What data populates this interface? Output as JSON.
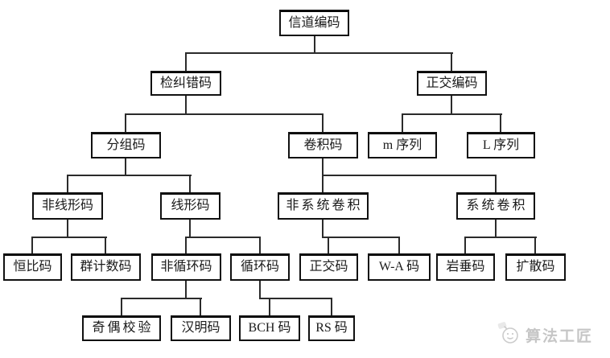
{
  "nodes": [
    {
      "id": "channel-coding",
      "label": "信道编码"
    },
    {
      "id": "error-detection-correction",
      "label": "检纠错码"
    },
    {
      "id": "orthogonal-coding",
      "label": "正交编码"
    },
    {
      "id": "block-code",
      "label": "分组码"
    },
    {
      "id": "convolutional-code",
      "label": "卷积码"
    },
    {
      "id": "m-sequence",
      "label": "m 序列"
    },
    {
      "id": "l-sequence",
      "label": "L 序列"
    },
    {
      "id": "nonlinear-code",
      "label": "非线形码"
    },
    {
      "id": "linear-code",
      "label": "线形码"
    },
    {
      "id": "nonsystematic-convolution",
      "label": "非系统卷积"
    },
    {
      "id": "systematic-convolution",
      "label": "系统卷积"
    },
    {
      "id": "constant-ratio-code",
      "label": "恒比码"
    },
    {
      "id": "group-count-code",
      "label": "群计数码"
    },
    {
      "id": "noncyclic-code",
      "label": "非循环码"
    },
    {
      "id": "cyclic-code",
      "label": "循环码"
    },
    {
      "id": "orthogonal-code",
      "label": "正交码"
    },
    {
      "id": "wa-code",
      "label": "W-A 码"
    },
    {
      "id": "iwadare-code",
      "label": "岩垂码"
    },
    {
      "id": "diffusion-code",
      "label": "扩散码"
    },
    {
      "id": "parity-check",
      "label": "奇偶校验"
    },
    {
      "id": "hamming-code",
      "label": "汉明码"
    },
    {
      "id": "bch-code",
      "label": "BCH 码"
    },
    {
      "id": "rs-code",
      "label": "RS 码"
    }
  ],
  "edges": [
    [
      "channel-coding",
      "error-detection-correction"
    ],
    [
      "channel-coding",
      "orthogonal-coding"
    ],
    [
      "error-detection-correction",
      "block-code"
    ],
    [
      "error-detection-correction",
      "convolutional-code"
    ],
    [
      "orthogonal-coding",
      "m-sequence"
    ],
    [
      "orthogonal-coding",
      "l-sequence"
    ],
    [
      "block-code",
      "nonlinear-code"
    ],
    [
      "block-code",
      "linear-code"
    ],
    [
      "convolutional-code",
      "nonsystematic-convolution"
    ],
    [
      "convolutional-code",
      "systematic-convolution"
    ],
    [
      "nonlinear-code",
      "constant-ratio-code"
    ],
    [
      "nonlinear-code",
      "group-count-code"
    ],
    [
      "linear-code",
      "noncyclic-code"
    ],
    [
      "linear-code",
      "cyclic-code"
    ],
    [
      "nonsystematic-convolution",
      "orthogonal-code"
    ],
    [
      "nonsystematic-convolution",
      "wa-code"
    ],
    [
      "systematic-convolution",
      "iwadare-code"
    ],
    [
      "systematic-convolution",
      "diffusion-code"
    ],
    [
      "noncyclic-code",
      "parity-check"
    ],
    [
      "noncyclic-code",
      "hamming-code"
    ],
    [
      "cyclic-code",
      "bch-code"
    ],
    [
      "cyclic-code",
      "rs-code"
    ]
  ],
  "watermark": {
    "text": "算法工匠",
    "icon": "craftsman-logo-icon",
    "color": "#c6c6c6"
  },
  "colors": {
    "background": "#ffffff",
    "box_fill": "#ffffff",
    "box_border": "#111111",
    "text": "#1a1a1a",
    "line": "#2b2b2b"
  }
}
